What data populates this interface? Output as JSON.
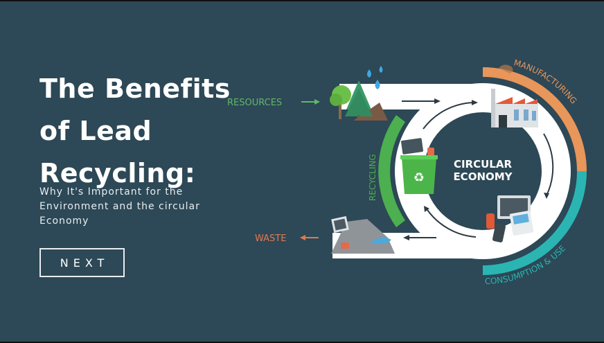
{
  "slide": {
    "title_lines": [
      "The Benefits",
      "of Lead",
      "Recycling:"
    ],
    "subtitle_lines": [
      "Why It's Important for the",
      "Environment and the circular",
      "Economy"
    ],
    "next_button": "NEXT"
  },
  "diagram": {
    "center_label_lines": [
      "CIRCULAR",
      "ECONOMY"
    ],
    "stages": {
      "resources": "RESOURCES",
      "manufacturing": "MANUFACTURING",
      "consumption": "CONSUMPTION & USE",
      "recycling": "RECYCLING",
      "waste": "WASTE"
    },
    "icons": [
      "trees-icon",
      "water-drops-icon",
      "factory-icon",
      "devices-icon",
      "recycle-bin-icon",
      "waste-pile-icon"
    ]
  },
  "colors": {
    "background": "#2d4856",
    "manufacturing": "#e8965a",
    "consumption": "#2bb5b2",
    "recycling": "#4caf50",
    "resources_label": "#5fb86a",
    "waste_label": "#e07a52",
    "band": "#ffffff"
  }
}
